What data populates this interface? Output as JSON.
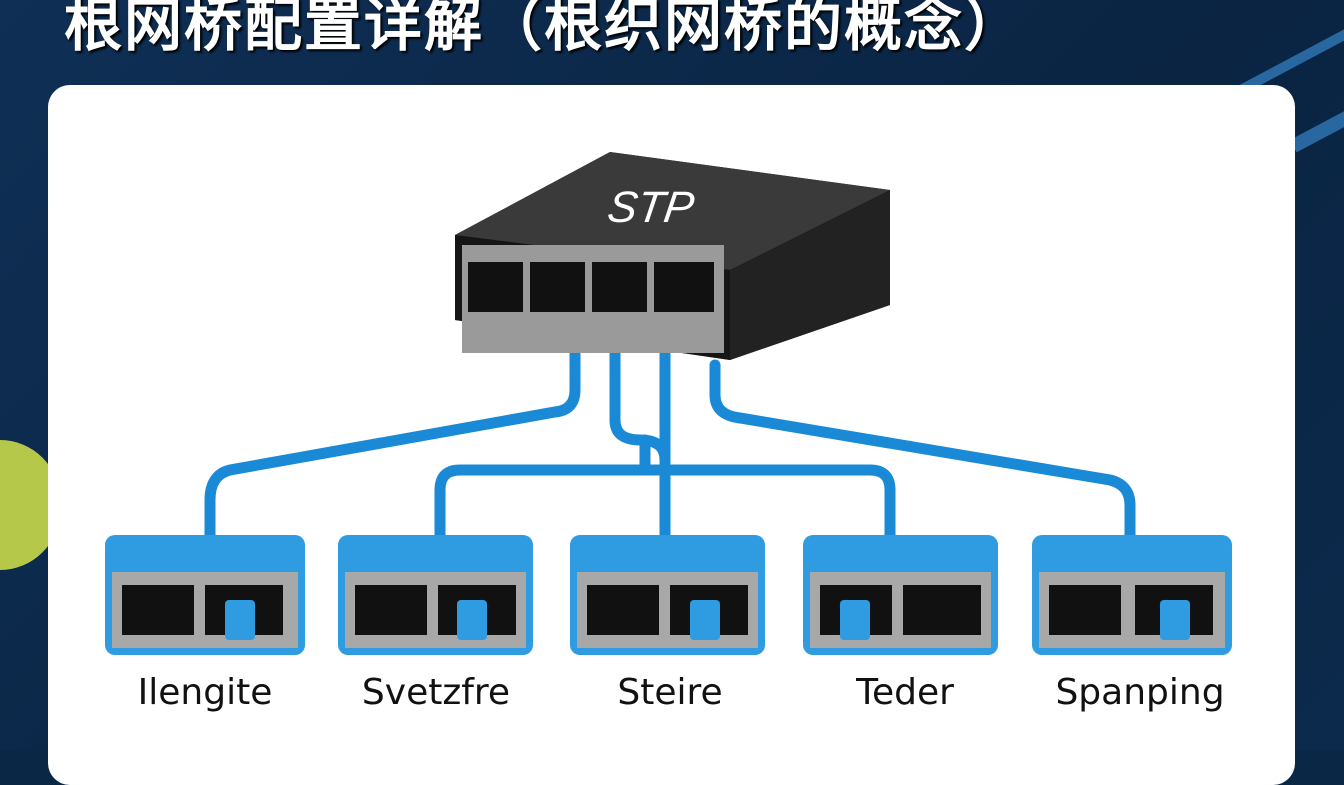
{
  "title": "根网桥配置详解（根织网桥的概念）",
  "switch": {
    "label": "STP",
    "ports": 4
  },
  "devices": [
    {
      "label": "Ilengite"
    },
    {
      "label": "Svetzfre"
    },
    {
      "label": "Steire"
    },
    {
      "label": "Teder"
    },
    {
      "label": "Spanping"
    }
  ],
  "colors": {
    "background": "#0b2746",
    "card": "#ffffff",
    "cable": "#1a8ad6",
    "device": "#2f9be0",
    "switch": "#1c1c1c"
  }
}
